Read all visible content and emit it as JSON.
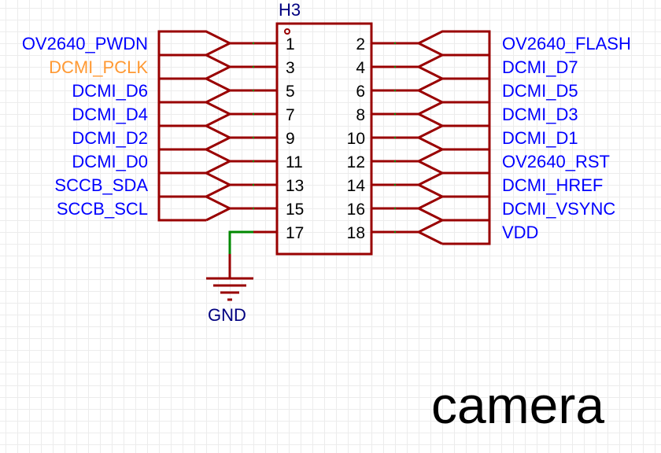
{
  "component": {
    "designator": "H3",
    "left_pins": [
      {
        "pin": "1",
        "net": "OV2640_PWDN",
        "highlight": false
      },
      {
        "pin": "3",
        "net": "DCMI_PCLK",
        "highlight": true
      },
      {
        "pin": "5",
        "net": "DCMI_D6",
        "highlight": false
      },
      {
        "pin": "7",
        "net": "DCMI_D4",
        "highlight": false
      },
      {
        "pin": "9",
        "net": "DCMI_D2",
        "highlight": false
      },
      {
        "pin": "11",
        "net": "DCMI_D0",
        "highlight": false
      },
      {
        "pin": "13",
        "net": "SCCB_SDA",
        "highlight": false
      },
      {
        "pin": "15",
        "net": "SCCB_SCL",
        "highlight": false
      },
      {
        "pin": "17",
        "net": "GND",
        "highlight": false
      }
    ],
    "right_pins": [
      {
        "pin": "2",
        "net": "OV2640_FLASH"
      },
      {
        "pin": "4",
        "net": "DCMI_D7"
      },
      {
        "pin": "6",
        "net": "DCMI_D5"
      },
      {
        "pin": "8",
        "net": "DCMI_D3"
      },
      {
        "pin": "10",
        "net": "DCMI_D1"
      },
      {
        "pin": "12",
        "net": "OV2640_RST"
      },
      {
        "pin": "14",
        "net": "DCMI_HREF"
      },
      {
        "pin": "16",
        "net": "DCMI_VSYNC"
      },
      {
        "pin": "18",
        "net": "VDD"
      }
    ]
  },
  "ground": {
    "label": "GND"
  },
  "sheet_title": "camera",
  "colors": {
    "wire": "#990000",
    "net_wire": "#008800",
    "net_label": "#0000ff",
    "net_label_highlight": "#ff9933",
    "designator": "#000080",
    "gnd_label": "#000080"
  }
}
